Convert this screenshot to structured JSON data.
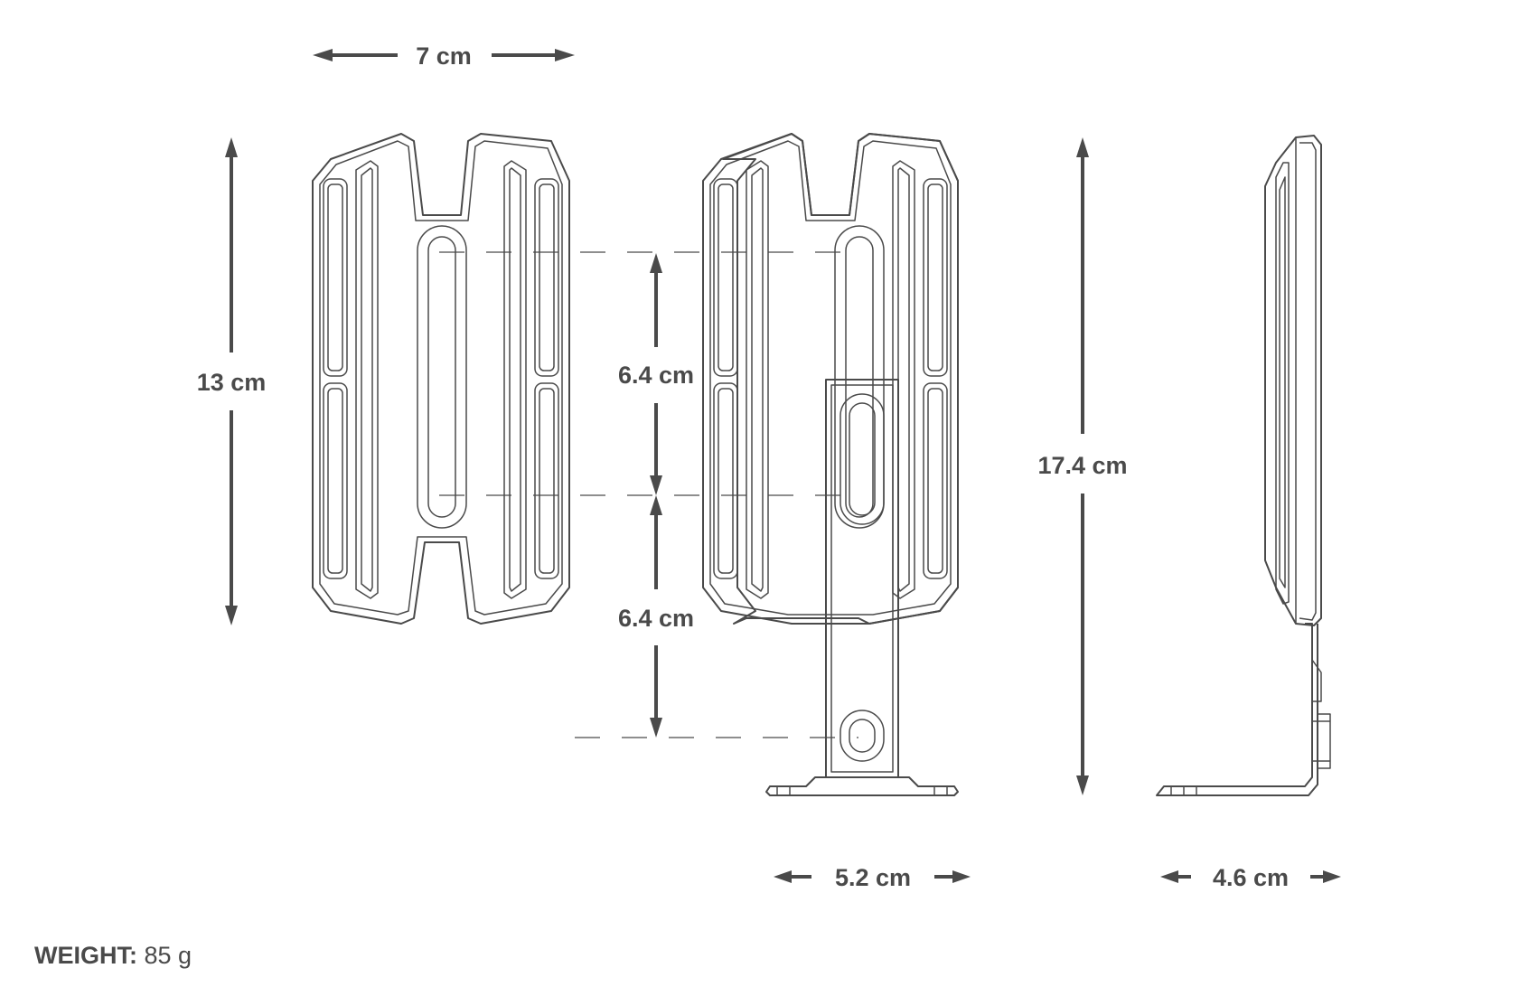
{
  "dimensions": {
    "front_width": "7 cm",
    "front_height": "13 cm",
    "slot_spacing_upper": "6.4 cm",
    "slot_spacing_lower": "6.4 cm",
    "total_height": "17.4 cm",
    "base_width": "5.2 cm",
    "side_depth": "4.6 cm"
  },
  "weight": {
    "label": "WEIGHT:",
    "value": "85 g"
  },
  "colors": {
    "line": "#4a4a4a",
    "background": "#ffffff"
  }
}
